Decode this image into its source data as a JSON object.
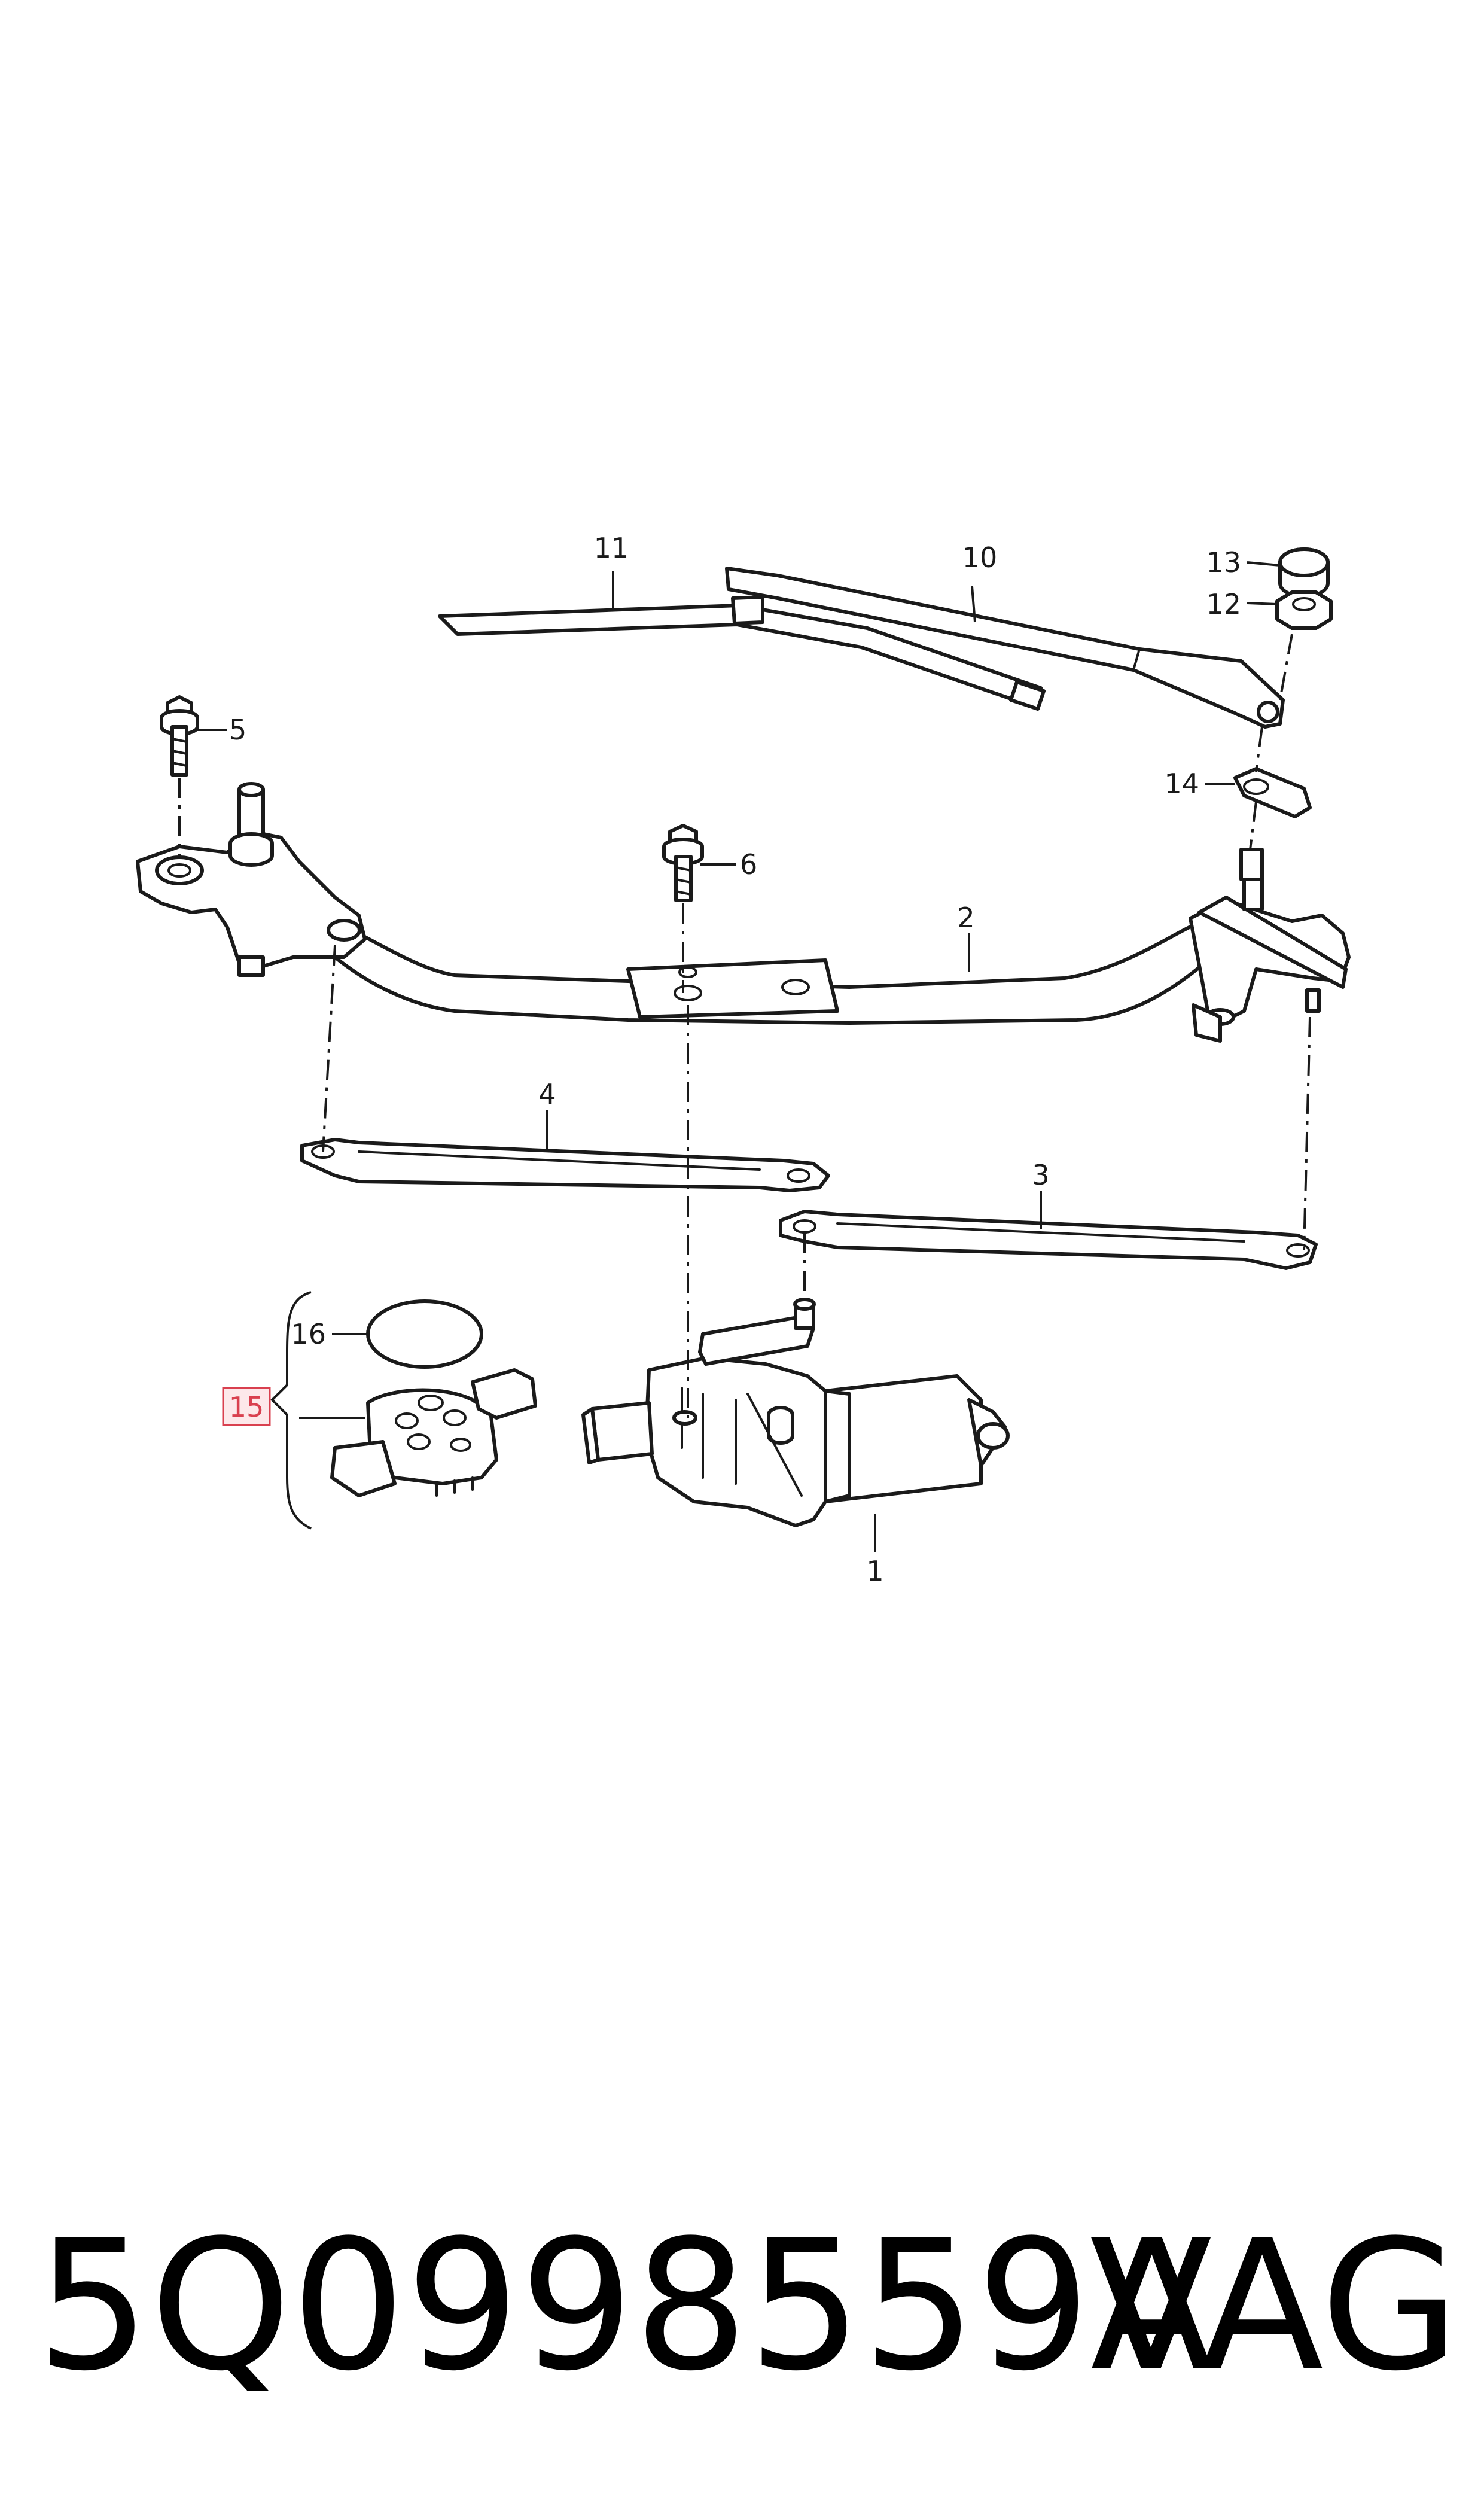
{
  "diagram": {
    "callouts": {
      "c1": "1",
      "c2": "2",
      "c3": "3",
      "c4": "4",
      "c5": "5",
      "c6": "6",
      "c10": "10",
      "c11": "11",
      "c12": "12",
      "c13": "13",
      "c14": "14",
      "c15": "15",
      "c16": "16"
    },
    "highlighted_callout": "15",
    "highlight_color": "#d9404f"
  },
  "footer": {
    "part_number": "5Q0998559A",
    "brand": "VAG"
  }
}
